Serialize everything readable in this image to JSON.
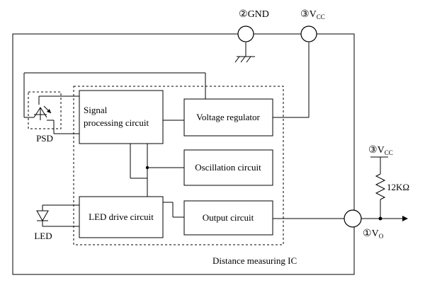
{
  "pins": {
    "gnd": {
      "circle_num": "②",
      "label": "GND"
    },
    "vcc_top": {
      "circle_num": "③",
      "label": "V",
      "sub": "CC"
    },
    "vcc_right": {
      "circle_num": "③",
      "label": "V",
      "sub": "CC"
    },
    "vo": {
      "circle_num": "①",
      "label": "V",
      "sub": "O"
    }
  },
  "blocks": {
    "signal_processing": {
      "line1": "Signal",
      "line2": "processing circuit"
    },
    "voltage_regulator": "Voltage regulator",
    "oscillation": "Oscillation circuit",
    "led_drive": "LED drive circuit",
    "output": "Output circuit"
  },
  "labels": {
    "psd": "PSD",
    "led": "LED",
    "resistor": "12KΩ",
    "ic": "Distance measuring IC"
  }
}
